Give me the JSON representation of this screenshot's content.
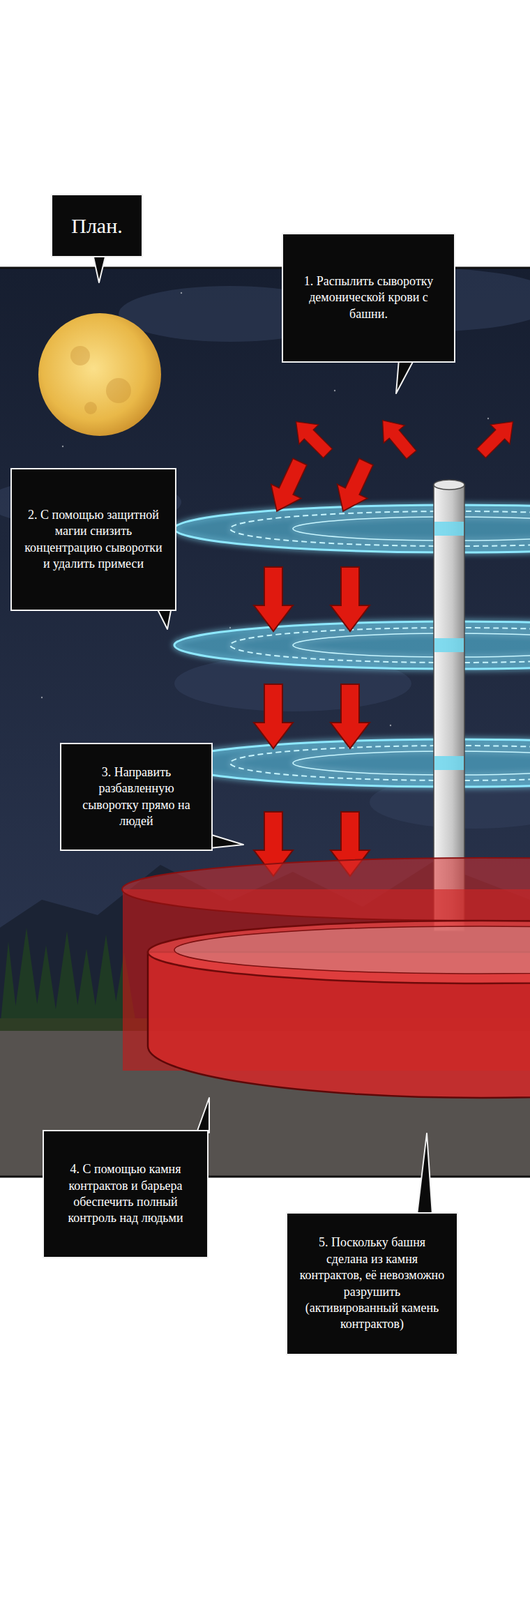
{
  "diagram": {
    "nodes": [
      {
        "text": [
          "План."
        ]
      },
      {
        "text": [
          "1. Распылить сыворотку демонической крови с башни."
        ]
      },
      {
        "text": [
          "2. С помощью защитной магии снизить концентрацию сыворотки и удалить примеси"
        ]
      },
      {
        "text": [
          "3. Направить разбавленную сыворотку прямо на людей"
        ]
      },
      {
        "text": [
          "4. С помощью камня контрактов и барьера обеспечить полный контроль над людьми"
        ]
      },
      {
        "text": [
          "5. Поскольку башня сделана из камня контрактов, её невозможно разрушить (активированный камень контрактов)"
        ]
      }
    ]
  }
}
